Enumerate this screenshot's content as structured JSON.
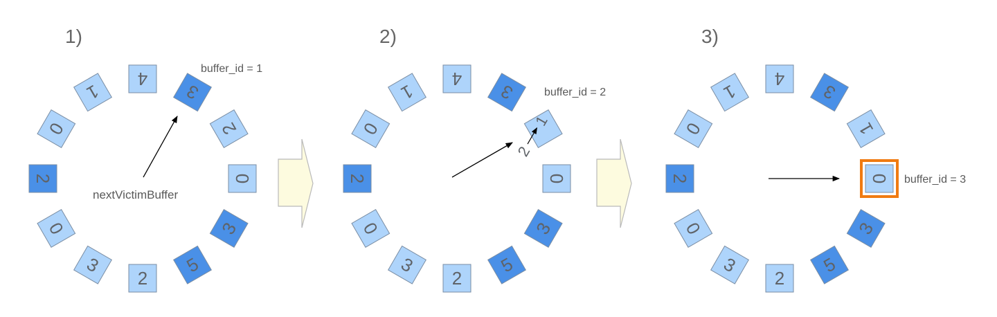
{
  "colors": {
    "light": "#aed4fb",
    "dark": "#4a90e7",
    "stroke": "#7a8da3",
    "digit": "#5f6368",
    "label": "#595959",
    "arrow_fill": "#fdfbdf",
    "arrow_stroke": "#b9b9b9",
    "highlight": "#f07b12"
  },
  "panels": [
    {
      "number": "1)",
      "slots": [
        {
          "digit": "2",
          "shade": "dark"
        },
        {
          "digit": "0",
          "shade": "light"
        },
        {
          "digit": "1",
          "shade": "light"
        },
        {
          "digit": "4",
          "shade": "light"
        },
        {
          "digit": "3",
          "shade": "dark"
        },
        {
          "digit": "2",
          "shade": "light"
        },
        {
          "digit": "0",
          "shade": "light"
        },
        {
          "digit": "3",
          "shade": "dark"
        },
        {
          "digit": "5",
          "shade": "dark"
        },
        {
          "digit": "2",
          "shade": "light"
        },
        {
          "digit": "3",
          "shade": "light"
        },
        {
          "digit": "0",
          "shade": "light"
        }
      ],
      "buffer_label": "buffer_id = 1",
      "pointer_label": "nextVictimBuffer"
    },
    {
      "number": "2)",
      "slots": [
        {
          "digit": "2",
          "shade": "dark"
        },
        {
          "digit": "0",
          "shade": "light"
        },
        {
          "digit": "1",
          "shade": "light"
        },
        {
          "digit": "4",
          "shade": "light"
        },
        {
          "digit": "3",
          "shade": "dark"
        },
        {
          "digit": "",
          "shade": "light"
        },
        {
          "digit": "0",
          "shade": "light"
        },
        {
          "digit": "3",
          "shade": "dark"
        },
        {
          "digit": "5",
          "shade": "dark"
        },
        {
          "digit": "2",
          "shade": "light"
        },
        {
          "digit": "3",
          "shade": "light"
        },
        {
          "digit": "0",
          "shade": "light"
        }
      ],
      "buffer_label": "buffer_id = 2",
      "change_from": "2",
      "change_to": "1"
    },
    {
      "number": "3)",
      "slots": [
        {
          "digit": "2",
          "shade": "dark"
        },
        {
          "digit": "0",
          "shade": "light"
        },
        {
          "digit": "1",
          "shade": "light"
        },
        {
          "digit": "4",
          "shade": "light"
        },
        {
          "digit": "3",
          "shade": "dark"
        },
        {
          "digit": "1",
          "shade": "light"
        },
        {
          "digit": "0",
          "shade": "light",
          "highlight": true
        },
        {
          "digit": "3",
          "shade": "dark"
        },
        {
          "digit": "5",
          "shade": "dark"
        },
        {
          "digit": "2",
          "shade": "light"
        },
        {
          "digit": "3",
          "shade": "light"
        },
        {
          "digit": "0",
          "shade": "light"
        }
      ],
      "buffer_label": "buffer_id = 3"
    }
  ]
}
